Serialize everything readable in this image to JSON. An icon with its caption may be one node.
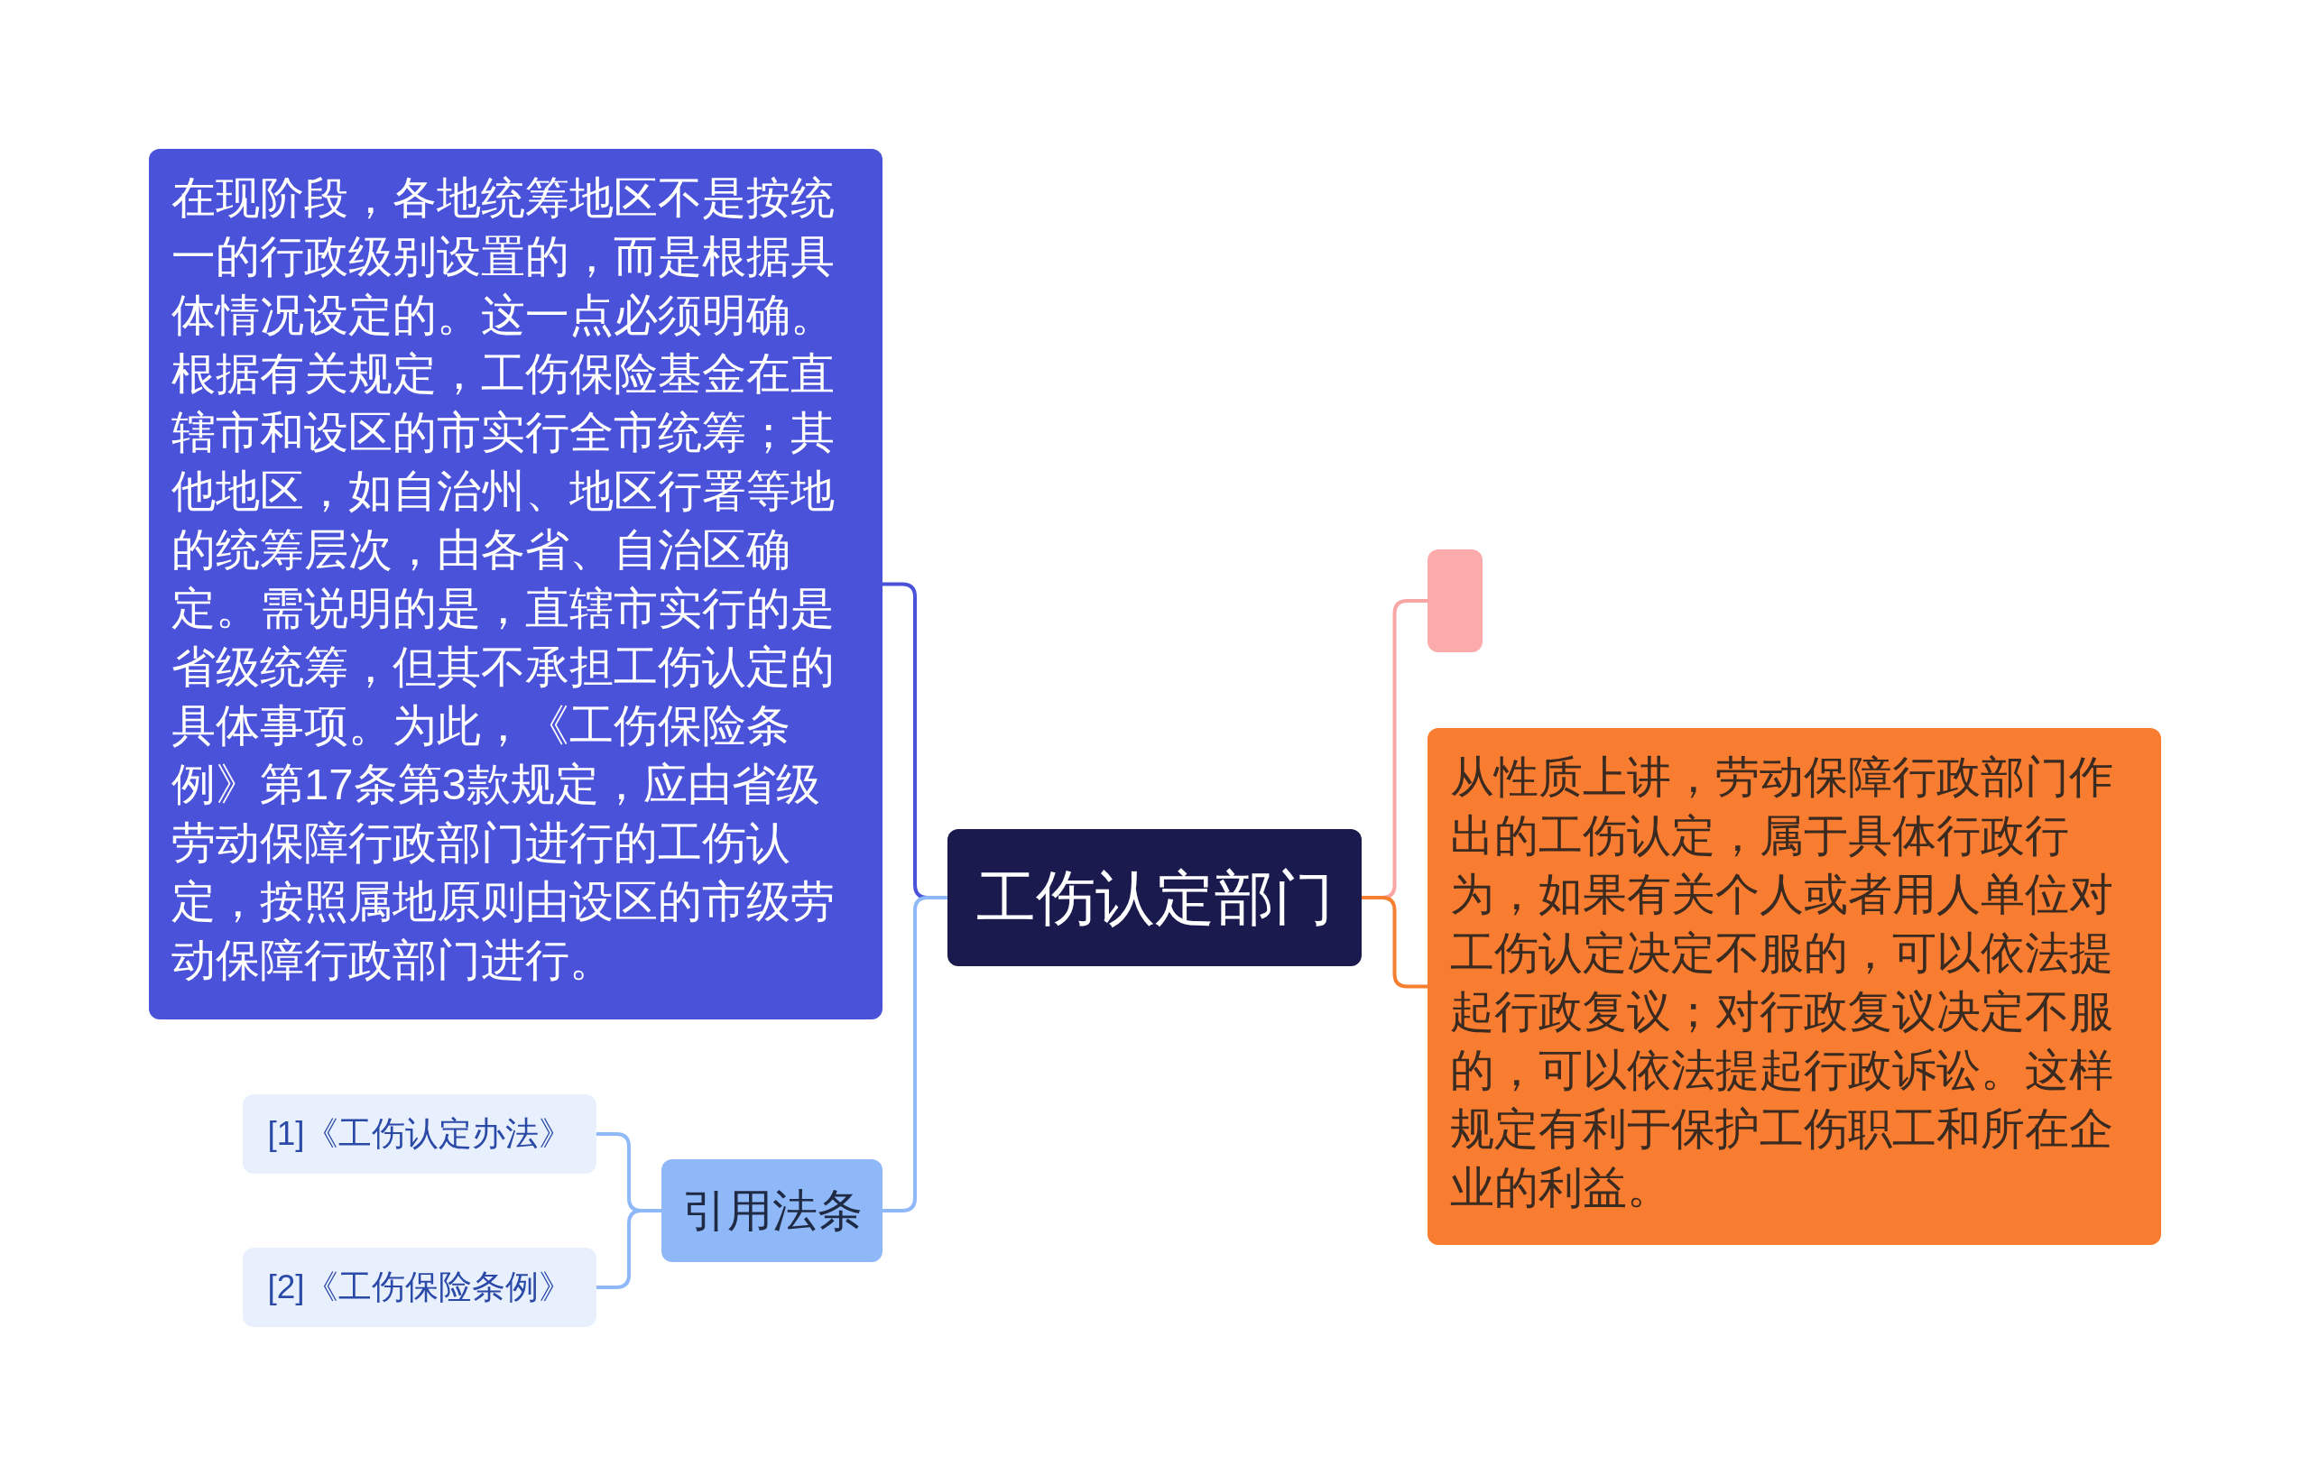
{
  "diagram": {
    "nodes": [
      {
        "text": [
          "工伤认定部门"
        ]
      },
      {
        "text": [
          "在现阶段，各地统筹地区不是按统一的行政级别设置的，而是根据具体情况设定的。这一点必须明确。根据有关规定，工伤保险基金在直辖市和设区的市实行全市统筹；其他地区，如自治州、地区行署等地的统筹层次，由各省、自治区确定。需说明的是，直辖市实行的是省级统筹，但其不承担工伤认定的具体事项。为此，《工伤保险条例》第17条第3款规定，应由省级劳动保障行政部门进行的工伤认定，按照属地原则由设区的市级劳动保障行政部门进行。"
        ]
      },
      {
        "text": [
          "引用法条"
        ]
      },
      {
        "text": [
          "[1]《工伤认定办法》"
        ]
      },
      {
        "text": [
          "[2]《工伤保险条例》"
        ]
      },
      {
        "text": [],
        "shape": "box"
      },
      {
        "text": [
          "从性质上讲，劳动保障行政部门作出的工伤认定，属于具体行政行为，如果有关个人或者用人单位对工伤认定决定不服的，可以依法提起行政复议；对行政复议决定不服的，可以依法提起行政诉讼。这样规定有利于保护工伤职工和所在企业的利益。"
        ]
      }
    ],
    "edges": [
      {
        "from": 0,
        "to": 1,
        "arrow": "none",
        "color": "#4a52d9"
      },
      {
        "from": 0,
        "to": 2,
        "arrow": "none",
        "color": "#8fb8f8"
      },
      {
        "from": 2,
        "to": 3,
        "arrow": "none",
        "color": "#8fb8f8"
      },
      {
        "from": 2,
        "to": 4,
        "arrow": "none",
        "color": "#8fb8f8"
      },
      {
        "from": 0,
        "to": 5,
        "arrow": "none",
        "color": "#f7a5a5"
      },
      {
        "from": 0,
        "to": 6,
        "arrow": "none",
        "color": "#f58030"
      }
    ]
  }
}
